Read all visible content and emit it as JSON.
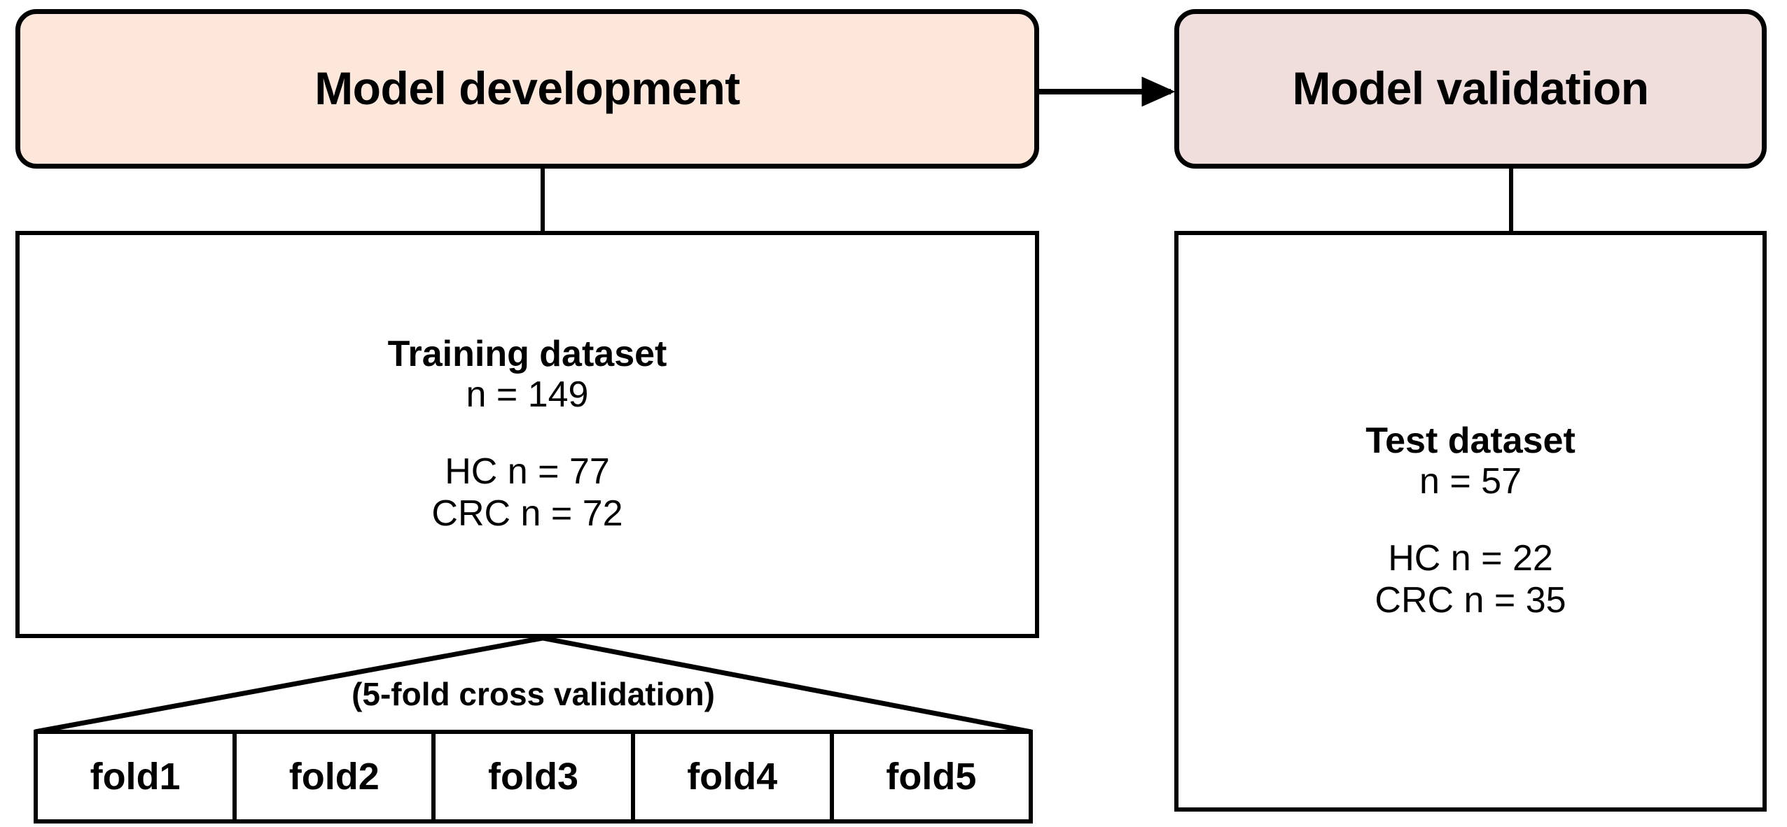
{
  "diagram": {
    "title_semantic": "study-design-flowchart",
    "colors": {
      "development_fill": "#FCE7DA",
      "validation_fill": "#F0DEDC",
      "stroke": "#000000",
      "box_fill": "#FFFFFF"
    }
  },
  "development": {
    "header": "Model development",
    "dataset": {
      "title": "Training dataset",
      "count": "n = 149",
      "breakdown": [
        "HC n = 77",
        "CRC n = 72"
      ]
    },
    "cv_label": "(5-fold cross validation)",
    "folds": [
      "fold1",
      "fold2",
      "fold3",
      "fold4",
      "fold5"
    ]
  },
  "validation": {
    "header": "Model validation",
    "dataset": {
      "title": "Test dataset",
      "count": "n = 57",
      "breakdown": [
        "HC n = 22",
        "CRC n = 35"
      ]
    }
  },
  "connectors": {
    "arrow_label": "",
    "arrow_semantic": "development-to-validation-arrow"
  }
}
